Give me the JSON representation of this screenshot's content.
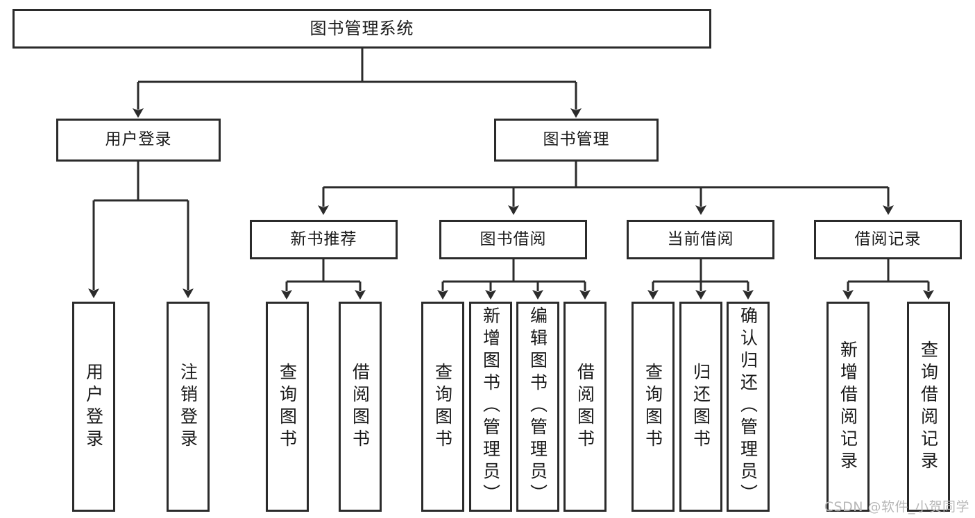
{
  "diagram": {
    "title": "图书管理系统",
    "type": "tree-hierarchy-diagram",
    "colors": {
      "box_border": "#2b2b2b",
      "box_fill": "#ffffff",
      "connector": "#2b2b2b",
      "background": "#ffffff",
      "watermark": "#b8b8b8"
    },
    "root": {
      "label": "图书管理系统"
    },
    "level2": [
      {
        "label": "用户登录"
      },
      {
        "label": "图书管理"
      }
    ],
    "level3": [
      {
        "label": "新书推荐"
      },
      {
        "label": "图书借阅"
      },
      {
        "label": "当前借阅"
      },
      {
        "label": "借阅记录"
      }
    ],
    "leaves": {
      "user_login": [
        {
          "label": "用户登录"
        },
        {
          "label": "注销登录"
        }
      ],
      "new_book_recommend": [
        {
          "label": "查询图书"
        },
        {
          "label": "借阅图书"
        }
      ],
      "book_borrow": [
        {
          "label": "查询图书"
        },
        {
          "label": "新增图书（管理员）"
        },
        {
          "label": "编辑图书（管理员）"
        },
        {
          "label": "借阅图书"
        }
      ],
      "current_borrow": [
        {
          "label": "查询图书"
        },
        {
          "label": "归还图书"
        },
        {
          "label": "确认归还（管理员）"
        }
      ],
      "borrow_record": [
        {
          "label": "新增借阅记录"
        },
        {
          "label": "查询借阅记录"
        }
      ]
    },
    "watermark": "CSDN @软件_小贺同学"
  }
}
